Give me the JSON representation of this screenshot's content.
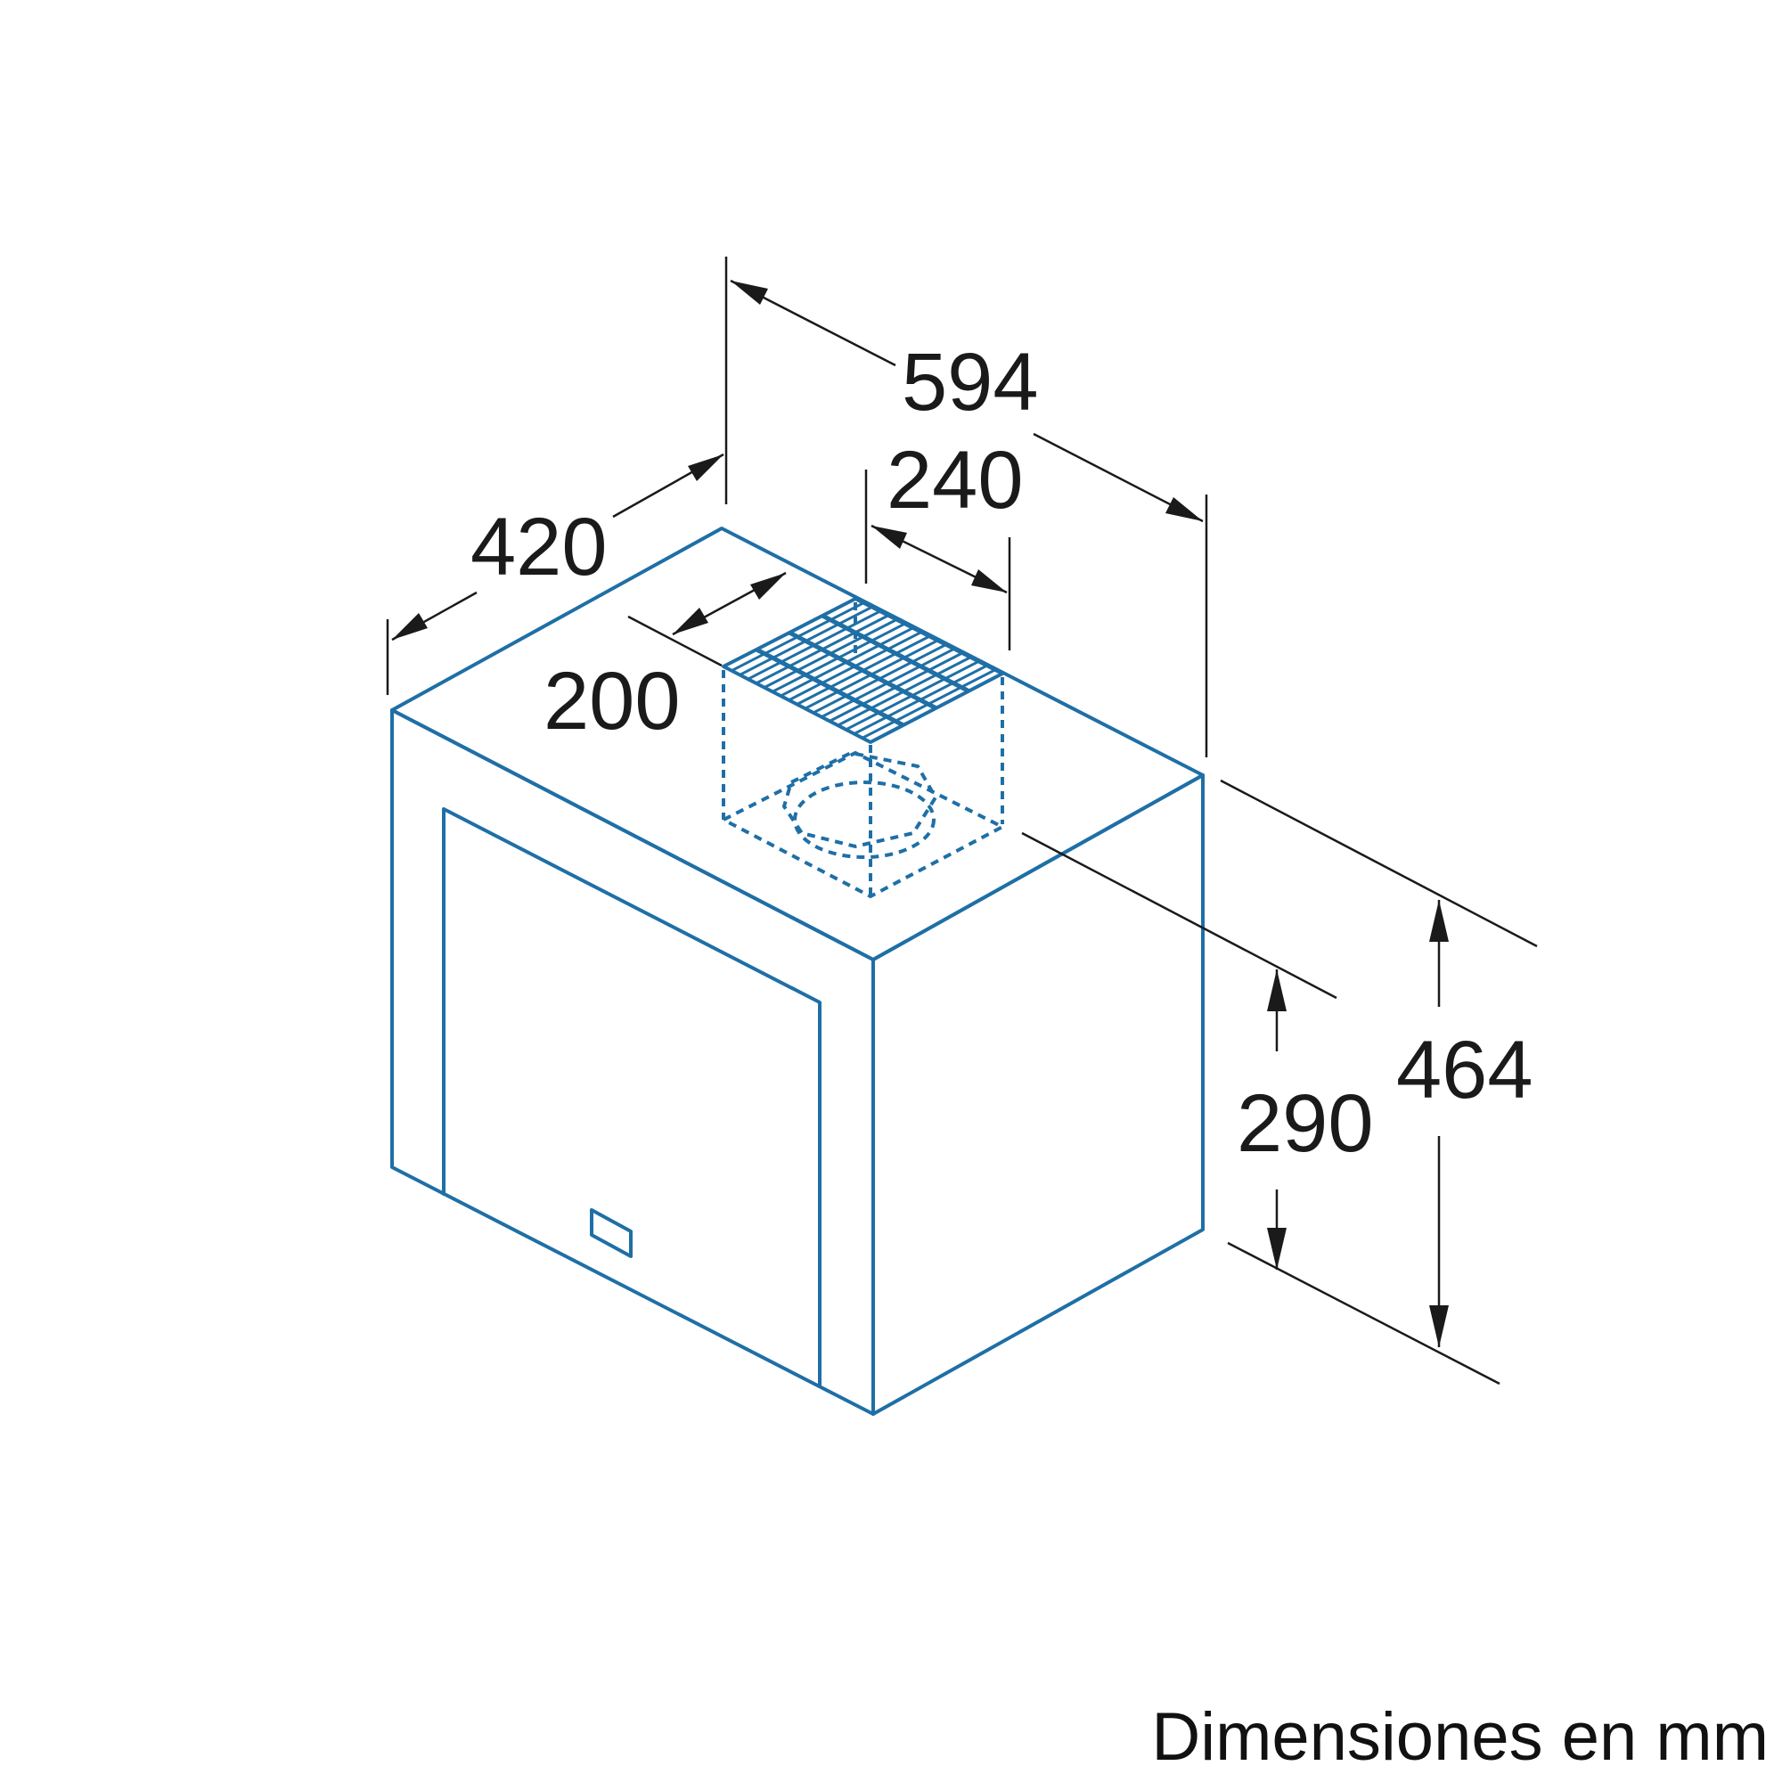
{
  "dimensions": {
    "width": "594",
    "depth": "420",
    "outlet_width": "240",
    "outlet_depth": "200",
    "front_height": "290",
    "total_height": "464"
  },
  "caption": "Dimensiones en mm",
  "colors": {
    "outline": "#1f6fa6",
    "dimension_lines": "#1a1a1a",
    "background": "#ffffff"
  }
}
